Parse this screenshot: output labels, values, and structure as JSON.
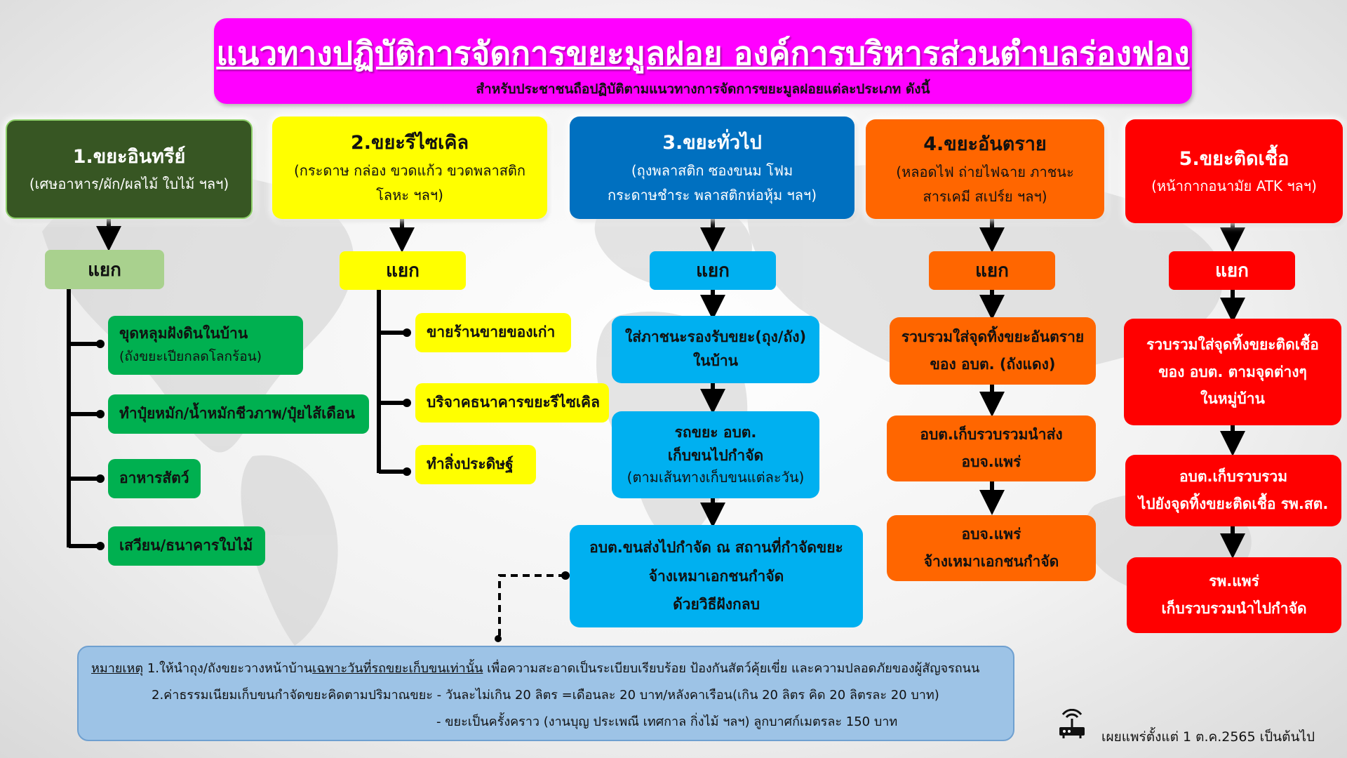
{
  "header": {
    "title": "แนวทางปฏิบัติการจัดการขยะมูลฝอย องค์การบริหารส่วนตำบลร่องฟอง",
    "subtitle": "สำหรับประชาชนถือปฏิบัติตามแนวทางการจัดการขยะมูลฝอยแต่ละประเภท ดังนี้"
  },
  "separate_label": "แยก",
  "categories": [
    {
      "title": "1.ขยะอินทรีย์",
      "desc_line1": "(เศษอาหาร/ผัก/ผลไม้ ใบไม้ ฯลฯ)",
      "color": "#375623",
      "methods": [
        {
          "line1": "ขุดหลุมฝังดินในบ้าน",
          "line2": "(ถังขยะเปียกลดโลกร้อน)"
        },
        {
          "line1": "ทำปุ๋ยหมัก/น้ำหมักชีวภาพ/ปุ๋ยไส้เดือน"
        },
        {
          "line1": "อาหารสัตว์"
        },
        {
          "line1": "เสวียน/ธนาคารใบไม้"
        }
      ]
    },
    {
      "title": "2.ขยะรีไซเคิล",
      "desc_line1": "(กระดาษ กล่อง ขวดแก้ว ขวดพลาสติก",
      "desc_line2": "โลหะ ฯลฯ)",
      "color": "#ffff00",
      "methods": [
        {
          "line1": "ขายร้านขายของเก่า"
        },
        {
          "line1": "บริจาคธนาคารขยะรีไซเคิล"
        },
        {
          "line1": "ทำสิ่งประดิษฐ์"
        }
      ]
    },
    {
      "title": "3.ขยะทั่วไป",
      "desc_line1": "(ถุงพลาสติก ซองขนม โฟม",
      "desc_line2": "กระดาษชำระ พลาสติกห่อหุ้ม ฯลฯ)",
      "color": "#0070c0",
      "steps": [
        {
          "line1": "ใส่ภาชนะรองรับขยะ(ถุง/ถัง)",
          "line2": "ในบ้าน"
        },
        {
          "line1": "รถขยะ อบต.",
          "line2": "เก็บขนไปกำจัด",
          "line3": "(ตามเส้นทางเก็บขนแต่ละวัน)"
        },
        {
          "line1": "อบต.ขนส่งไปกำจัด ณ สถานที่กำจัดขยะ",
          "line2": "จ้างเหมาเอกชนกำจัด",
          "line3": "ด้วยวิธีฝังกลบ"
        }
      ]
    },
    {
      "title": "4.ขยะอันตราย",
      "desc_line1": "(หลอดไฟ ถ่ายไฟฉาย ภาชนะ",
      "desc_line2": "สารเคมี สเปร์ย ฯลฯ)",
      "color": "#ff6600",
      "steps": [
        {
          "line1": "รวบรวมใส่จุดทิ้งขยะอันตราย",
          "line2": "ของ อบต. (ถังแดง)"
        },
        {
          "line1": "อบต.เก็บรวบรวมนำส่ง",
          "line2": "อบจ.แพร่"
        },
        {
          "line1": "อบจ.แพร่",
          "line2": "จ้างเหมาเอกชนกำจัด"
        }
      ]
    },
    {
      "title": "5.ขยะติดเชื้อ",
      "desc_line1": "(หน้ากากอนามัย ATK ฯลฯ)",
      "color": "#ff0000",
      "steps": [
        {
          "line1": "รวบรวมใส่จุดทิ้งขยะติดเชื้อ",
          "line2": "ของ อบต. ตามจุดต่างๆ",
          "line3": "ในหมู่บ้าน"
        },
        {
          "line1": "อบต.เก็บรวบรวม",
          "line2": "ไปยังจุดทิ้งขยะติดเชื้อ รพ.สต."
        },
        {
          "line1": "รพ.แพร่",
          "line2": "เก็บรวบรวมนำไปกำจัด"
        }
      ]
    }
  ],
  "note": {
    "label": "หมายเหตุ",
    "item1_prefix": "1.ให้นำถุง/ถังขยะวางหน้าบ้าน",
    "item1_underlined": "เฉพาะวันที่รถขยะเก็บขนเท่านั้น",
    "item1_suffix": "เพื่อความสะอาดเป็นระเบียบเรียบร้อย ป้องกันสัตว์คุ้ยเขี่ย และความปลอดภัยของผู้สัญจรถนน",
    "item2": "2.ค่าธรรมเนียมเก็บขนกำจัดขยะคิดตามปริมาณขยะ - วันละไม่เกิน 20 ลิตร =เดือนละ 20 บาท/หลังคาเรือน(เกิน 20 ลิตร คิด 20 ลิตรละ 20 บาท)",
    "item3": "- ขยะเป็นครั้งคราว (งานบุญ ประเพณี เทศกาล กิ่งไม้ ฯลฯ) ลูกบาศก์เมตรละ 150 บาท"
  },
  "footer": {
    "icon": "router-icon",
    "text": "เผยแพร่ตั้งแต่ 1 ต.ค.2565 เป็นต้นไป"
  }
}
